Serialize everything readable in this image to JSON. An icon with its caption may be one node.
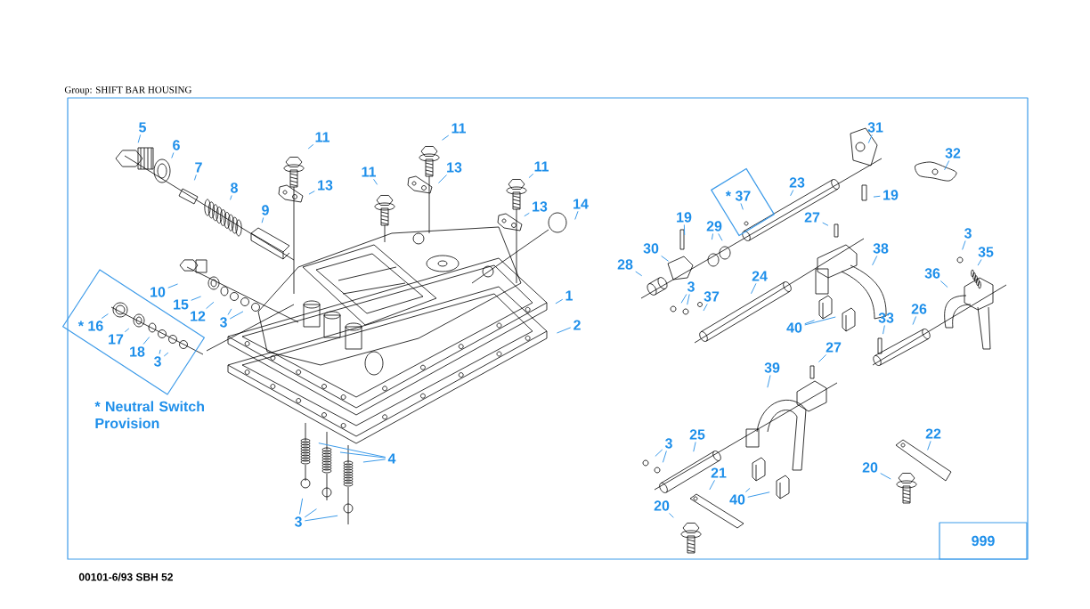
{
  "diagram": {
    "title": "Group: SHIFT BAR HOUSING",
    "nodes": [
      {
        "text": [
          "5"
        ]
      },
      {
        "text": [
          "6"
        ]
      },
      {
        "text": [
          "7"
        ]
      },
      {
        "text": [
          "8"
        ]
      },
      {
        "text": [
          "9"
        ]
      },
      {
        "text": [
          "11"
        ]
      },
      {
        "text": [
          "13"
        ]
      },
      {
        "text": [
          "11"
        ]
      },
      {
        "text": [
          "13"
        ]
      },
      {
        "text": [
          "11"
        ]
      },
      {
        "text": [
          "11"
        ]
      },
      {
        "text": [
          "13"
        ]
      },
      {
        "text": [
          "14"
        ]
      },
      {
        "text": [
          "10"
        ]
      },
      {
        "text": [
          "15"
        ]
      },
      {
        "text": [
          "12"
        ]
      },
      {
        "text": [
          "3"
        ]
      },
      {
        "text": [],
        "shape": "box"
      },
      {
        "text": [
          "* 16"
        ],
        "in": 17
      },
      {
        "text": [
          "17"
        ],
        "in": 17
      },
      {
        "text": [
          "18"
        ],
        "in": 17
      },
      {
        "text": [
          "3"
        ],
        "in": 17
      },
      {
        "text": [
          "1"
        ]
      },
      {
        "text": [
          "2"
        ]
      },
      {
        "text": [
          "4"
        ]
      },
      {
        "text": [
          "3"
        ]
      },
      {
        "text": [
          "31"
        ]
      },
      {
        "text": [
          "32"
        ]
      },
      {
        "text": [
          "19"
        ]
      },
      {
        "text": [],
        "shape": "box"
      },
      {
        "text": [
          "* 37"
        ],
        "in": 29
      },
      {
        "text": [
          "23"
        ]
      },
      {
        "text": [
          "19"
        ]
      },
      {
        "text": [
          "29"
        ]
      },
      {
        "text": [
          "27"
        ]
      },
      {
        "text": [
          "30"
        ]
      },
      {
        "text": [
          "28"
        ]
      },
      {
        "text": [
          "38"
        ]
      },
      {
        "text": [
          "24"
        ]
      },
      {
        "text": [
          "3"
        ]
      },
      {
        "text": [
          "37"
        ]
      },
      {
        "text": [
          "3"
        ]
      },
      {
        "text": [
          "35"
        ]
      },
      {
        "text": [
          "36"
        ]
      },
      {
        "text": [
          "40"
        ]
      },
      {
        "text": [
          "33"
        ]
      },
      {
        "text": [
          "26"
        ]
      },
      {
        "text": [
          "27"
        ]
      },
      {
        "text": [
          "39"
        ]
      },
      {
        "text": [
          "3"
        ]
      },
      {
        "text": [
          "25"
        ]
      },
      {
        "text": [
          "21"
        ]
      },
      {
        "text": [
          "20"
        ]
      },
      {
        "text": [
          "40"
        ]
      },
      {
        "text": [
          "22"
        ]
      },
      {
        "text": [
          "20"
        ]
      },
      {
        "text": [
          "999"
        ]
      }
    ],
    "edges": [
      {
        "from": 0,
        "to": null,
        "arrow": "none"
      },
      {
        "from": 1,
        "to": null,
        "arrow": "none"
      },
      {
        "from": 2,
        "to": null,
        "arrow": "none"
      },
      {
        "from": 3,
        "to": null,
        "arrow": "none"
      },
      {
        "from": 4,
        "to": null,
        "arrow": "none"
      },
      {
        "from": 5,
        "to": null,
        "arrow": "none"
      },
      {
        "from": 6,
        "to": null,
        "arrow": "none"
      },
      {
        "from": 7,
        "to": null,
        "arrow": "none"
      },
      {
        "from": 8,
        "to": null,
        "arrow": "none"
      },
      {
        "from": 9,
        "to": null,
        "arrow": "none"
      },
      {
        "from": 10,
        "to": null,
        "arrow": "none"
      },
      {
        "from": 11,
        "to": null,
        "arrow": "none"
      },
      {
        "from": 12,
        "to": null,
        "arrow": "none"
      },
      {
        "from": 13,
        "to": null,
        "arrow": "none"
      },
      {
        "from": 14,
        "to": null,
        "arrow": "none"
      },
      {
        "from": 15,
        "to": null,
        "arrow": "none"
      },
      {
        "from": 16,
        "to": null,
        "arrow": "none"
      },
      {
        "from": 16,
        "to": null,
        "arrow": "none"
      },
      {
        "from": 18,
        "to": null,
        "arrow": "none"
      },
      {
        "from": 19,
        "to": null,
        "arrow": "none"
      },
      {
        "from": 20,
        "to": null,
        "arrow": "none"
      },
      {
        "from": 21,
        "to": null,
        "arrow": "none"
      },
      {
        "from": 21,
        "to": null,
        "arrow": "none"
      },
      {
        "from": 22,
        "to": null,
        "arrow": "none"
      },
      {
        "from": 23,
        "to": null,
        "arrow": "none"
      },
      {
        "from": 24,
        "to": null,
        "arrow": "none"
      },
      {
        "from": 24,
        "to": null,
        "arrow": "none"
      },
      {
        "from": 24,
        "to": null,
        "arrow": "none"
      },
      {
        "from": 25,
        "to": null,
        "arrow": "none"
      },
      {
        "from": 25,
        "to": null,
        "arrow": "none"
      },
      {
        "from": 25,
        "to": null,
        "arrow": "none"
      },
      {
        "from": 26,
        "to": null,
        "arrow": "none"
      },
      {
        "from": 27,
        "to": null,
        "arrow": "none"
      },
      {
        "from": 28,
        "to": null,
        "arrow": "none"
      },
      {
        "from": 30,
        "to": null,
        "arrow": "none"
      },
      {
        "from": 31,
        "to": null,
        "arrow": "none"
      },
      {
        "from": 32,
        "to": null,
        "arrow": "none"
      },
      {
        "from": 33,
        "to": null,
        "arrow": "none"
      },
      {
        "from": 33,
        "to": null,
        "arrow": "none"
      },
      {
        "from": 34,
        "to": null,
        "arrow": "none"
      },
      {
        "from": 35,
        "to": null,
        "arrow": "none"
      },
      {
        "from": 36,
        "to": null,
        "arrow": "none"
      },
      {
        "from": 37,
        "to": null,
        "arrow": "none"
      },
      {
        "from": 38,
        "to": null,
        "arrow": "none"
      },
      {
        "from": 39,
        "to": null,
        "arrow": "none"
      },
      {
        "from": 39,
        "to": null,
        "arrow": "none"
      },
      {
        "from": 40,
        "to": null,
        "arrow": "none"
      },
      {
        "from": 41,
        "to": null,
        "arrow": "none"
      },
      {
        "from": 42,
        "to": null,
        "arrow": "none"
      },
      {
        "from": 43,
        "to": null,
        "arrow": "none"
      },
      {
        "from": 44,
        "to": null,
        "arrow": "none"
      },
      {
        "from": 44,
        "to": null,
        "arrow": "none"
      },
      {
        "from": 45,
        "to": null,
        "arrow": "none"
      },
      {
        "from": 46,
        "to": null,
        "arrow": "none"
      },
      {
        "from": 47,
        "to": null,
        "arrow": "none"
      },
      {
        "from": 48,
        "to": null,
        "arrow": "none"
      },
      {
        "from": 49,
        "to": null,
        "arrow": "none"
      },
      {
        "from": 49,
        "to": null,
        "arrow": "none"
      },
      {
        "from": 50,
        "to": null,
        "arrow": "none"
      },
      {
        "from": 51,
        "to": null,
        "arrow": "none"
      },
      {
        "from": 52,
        "to": null,
        "arrow": "none"
      },
      {
        "from": 53,
        "to": null,
        "arrow": "none"
      },
      {
        "from": 53,
        "to": null,
        "arrow": "none"
      },
      {
        "from": 54,
        "to": null,
        "arrow": "none"
      },
      {
        "from": 55,
        "to": null,
        "arrow": "none"
      }
    ],
    "labels": [
      "* Neutral Switch Provision",
      "00101-6/93 SBH 52"
    ]
  }
}
